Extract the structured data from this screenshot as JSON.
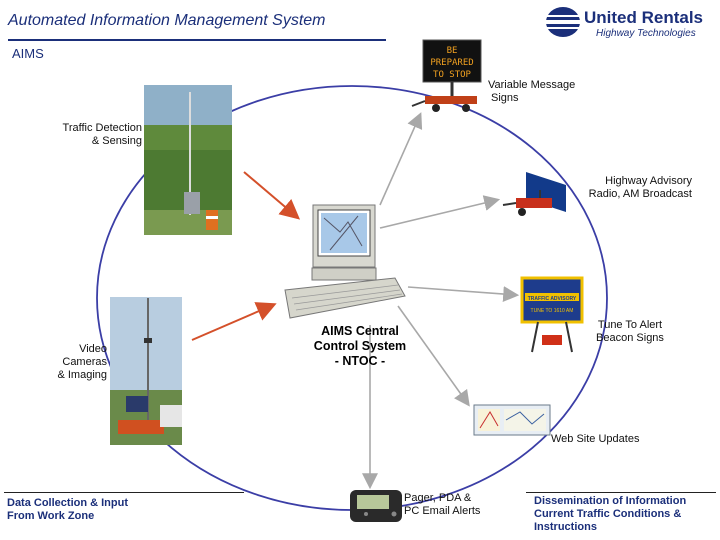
{
  "header": {
    "title": "Automated Information Management System",
    "subtitle": "AIMS"
  },
  "logo": {
    "brand_line1": "United Rentals",
    "brand_line2": "Highway Technologies"
  },
  "sign_message": [
    "BE",
    "PREPARED",
    "TO STOP"
  ],
  "advisory_sign": {
    "line1": "TRAFFIC ADVISORY",
    "line2": "TUNE TO 1610 AM"
  },
  "nodes": {
    "vms": [
      "Variable Message",
      "Signs"
    ],
    "traffic_detection": [
      "Traffic Detection",
      "& Sensing"
    ],
    "har": [
      "Highway Advisory",
      "Radio, AM Broadcast"
    ],
    "beacon": [
      "Tune To Alert",
      "Beacon Signs"
    ],
    "video": [
      "Video",
      "Cameras",
      "& Imaging"
    ],
    "central": [
      "AIMS Central",
      "Control System",
      "- NTOC -"
    ],
    "web": [
      "Web Site Updates"
    ],
    "pager": [
      "Pager, PDA &",
      "PC Email Alerts"
    ]
  },
  "footer": {
    "left": [
      "Data Collection & Input",
      "From Work Zone"
    ],
    "right": [
      "Dissemination of Information",
      "Current Traffic Conditions &",
      "Instructions"
    ]
  },
  "colors": {
    "accent_blue": "#1b2f7a",
    "input_arrow": "#d4502a",
    "output_arrow": "#a8a8a8",
    "cycle_line": "#3b3ea6"
  }
}
